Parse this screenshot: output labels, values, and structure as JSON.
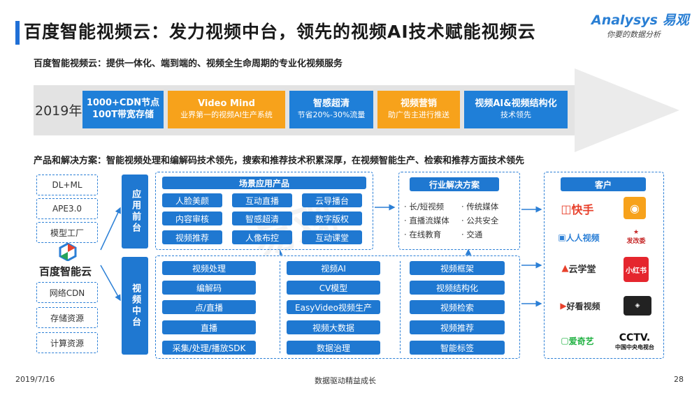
{
  "header": {
    "title": "百度智能视频云：发力视频中台，领先的视频AI技术赋能视频云",
    "logo_text": "Analysys 易观",
    "logo_tagline": "你要的数据分析"
  },
  "subtitle": "百度智能视频云：提供一体化、端到端的、视频全生命周期的专业化视频服务",
  "timeline": {
    "year": "2019年",
    "chips": [
      {
        "line1": "1000+CDN节点",
        "line2": "100T带宽存储",
        "color": "#1f7fd8"
      },
      {
        "line1": "Video Mind",
        "line2": "业界第一的视频AI生产系统",
        "color": "#f7a21b"
      },
      {
        "line1": "智感超清",
        "line2": "节省20%-30%流量",
        "color": "#1f7fd8"
      },
      {
        "line1": "视频营销",
        "line2": "助广告主进行推送",
        "color": "#f7a21b"
      },
      {
        "line1": "视频AI&视频结构化",
        "line2": "技术领先",
        "color": "#1f7fd8"
      }
    ]
  },
  "section2_title": "产品和解决方案：智能视频处理和编解码技术领先，搜索和推荐技术积累深厚，在视频智能生产、检索和推荐方面技术领先",
  "left_column": {
    "top_items": [
      "DL+ML",
      "APE3.0",
      "模型工厂"
    ],
    "brand": "百度智能云",
    "bottom_items": [
      "网络CDN",
      "存储资源",
      "计算资源"
    ]
  },
  "app_layer": {
    "label": "应用前台",
    "scene_header": "场景应用产品",
    "scene_items": [
      "人脸美颜",
      "互动直播",
      "云导播台",
      "内容审核",
      "智感超清",
      "数字版权",
      "视频推荐",
      "人像布控",
      "互动课堂"
    ],
    "industry_header": "行业解决方案",
    "industry_items": [
      "长/短视频",
      "传统媒体",
      "直播流媒体",
      "公共安全",
      "在线教育",
      "交通"
    ]
  },
  "video_layer": {
    "label": "视频中台",
    "columns": [
      {
        "header": "视频处理",
        "items": [
          "编解码",
          "点/直播",
          "直播",
          "采集/处理/播放SDK"
        ]
      },
      {
        "header": "视频AI",
        "items": [
          "CV模型",
          "EasyVideo视频生产",
          "视频大数据",
          "数据治理"
        ]
      },
      {
        "header": "视频框架",
        "items": [
          "视频结构化",
          "视频检索",
          "视频推荐",
          "智能标签"
        ]
      }
    ]
  },
  "customers": {
    "header": "客户",
    "logos": [
      {
        "icon": "kuaishou-icon",
        "name": "快手"
      },
      {
        "icon": "kuaishou-app-icon",
        "name": ""
      },
      {
        "icon": "renren-video-icon",
        "name": "人人视频"
      },
      {
        "icon": "gov-app-icon",
        "name": "发改委"
      },
      {
        "icon": "yunxuetang-icon",
        "name": "云学堂"
      },
      {
        "icon": "xiaohongshu-icon",
        "name": "小红书"
      },
      {
        "icon": "haokan-icon",
        "name": "好看视频"
      },
      {
        "icon": "quanmin-icon",
        "name": ""
      },
      {
        "icon": "iqiyi-icon",
        "name": "爱奇艺"
      },
      {
        "icon": "cctv-icon",
        "name": "CCTV."
      }
    ],
    "cctv_sub": "中国中央电视台"
  },
  "footer": {
    "date": "2019/7/16",
    "center": "数据驱动精益成长",
    "page": "28"
  }
}
